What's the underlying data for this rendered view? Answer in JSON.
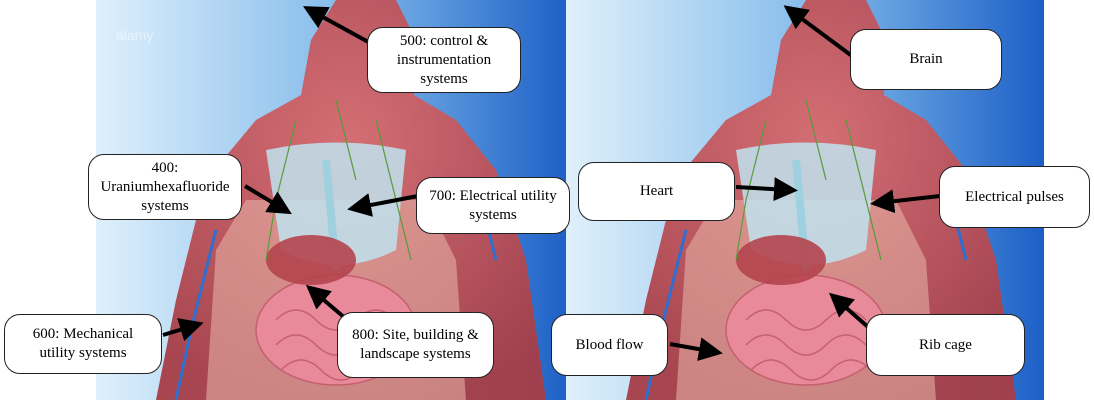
{
  "left_panel": {
    "labels": {
      "c500": "500: control &\ninstrumentation\nsystems",
      "c400": "400:\nUraniumhexafluoride\nsystems",
      "c700": "700: Electrical utility\nsystems",
      "c600": "600: Mechanical\nutility systems",
      "c800": "800: Site, building &\nlandscape systems"
    }
  },
  "right_panel": {
    "labels": {
      "brain": "Brain",
      "heart": "Heart",
      "pulses": "Electrical pulses",
      "blood": "Blood flow",
      "rib": "Rib cage"
    }
  },
  "colors": {
    "bg_blue_light": "#cfe8f8",
    "bg_blue_dark": "#1a5fc8",
    "muscle": "#c9545a",
    "skin": "#e8b7a8",
    "rib": "#bfe3ee",
    "intestine": "#e58a98"
  },
  "watermark": "alamy"
}
